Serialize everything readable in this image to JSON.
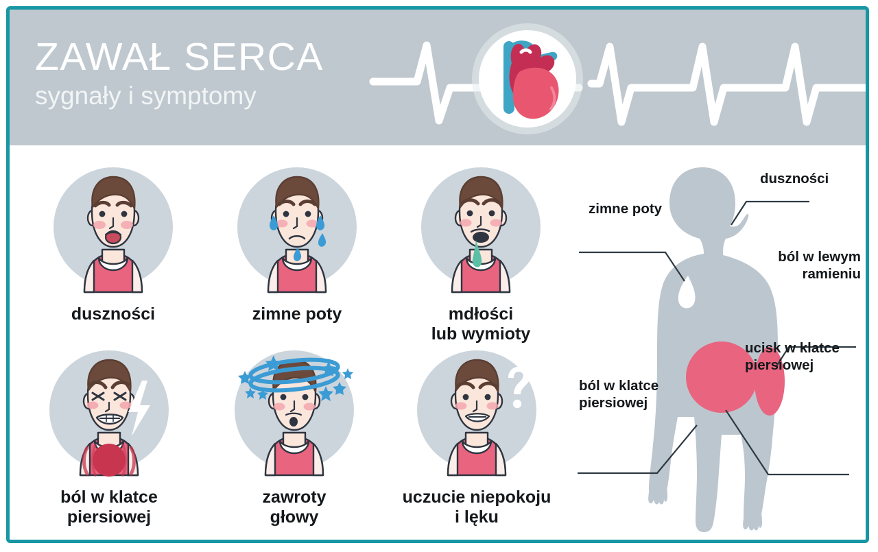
{
  "header": {
    "title": "ZAWAŁ SERCA",
    "subtitle": "sygnały i symptomy",
    "band_color": "#BFC8CF",
    "title_color": "#FFFFFF",
    "icon_heart": "anatomical-heart-icon",
    "icon_ecg": "ecg-line-icon"
  },
  "theme": {
    "border_color": "#1796A3",
    "accent_pink": "#E8647F",
    "pain_dark": "#C8354F",
    "body_grey": "#BCC6CE",
    "circle_bg": "#CCD5DC",
    "skin": "#FBE6DC",
    "hair": "#6B4A3C",
    "shirt": "#E8647F",
    "sweat_blue": "#3B9BD4",
    "vomit_green": "#5BBFA6",
    "text_dark": "#15191C"
  },
  "symptoms": [
    {
      "label": "duszności",
      "icon": "face-breathless-icon"
    },
    {
      "label": "zimne poty",
      "icon": "face-cold-sweat-icon"
    },
    {
      "label": "mdłości\nlub wymioty",
      "icon": "face-nausea-icon"
    },
    {
      "label": "ból w klatce\npiersiowej",
      "icon": "face-chest-pain-icon"
    },
    {
      "label": "zawroty\ngłowy",
      "icon": "face-dizziness-icon"
    },
    {
      "label": "uczucie niepokoju\ni lęku",
      "icon": "face-anxiety-icon"
    }
  ],
  "body_diagram": {
    "figure": "human-body-silhouette",
    "labels": {
      "breath": "duszności",
      "sweat": "zimne poty",
      "arm": "ból w lewym\nramieniu",
      "pressure": "ucisk w klatce\npiersiowej",
      "chest": "ból w klatce\npiersiowej"
    }
  }
}
